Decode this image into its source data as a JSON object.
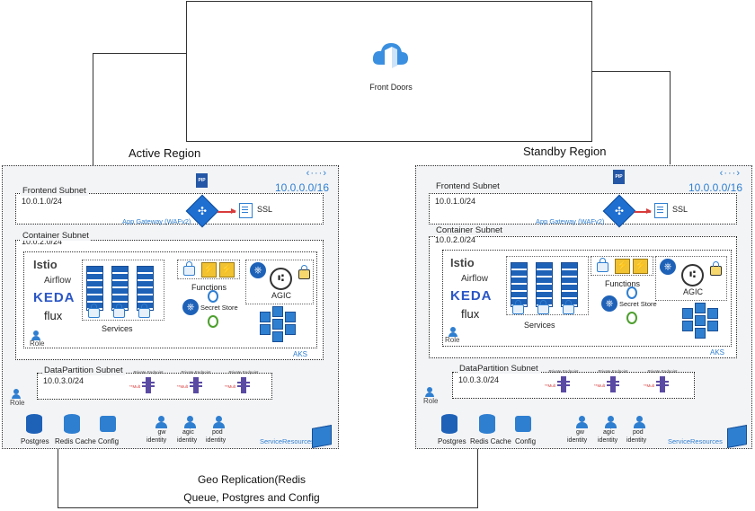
{
  "front_doors": {
    "label": "Front Doors"
  },
  "regions": [
    {
      "title": "Active Region",
      "cidr": "10.0.0.0/16",
      "frontend": {
        "title": "Frontend Subnet",
        "cidr": "10.0.1.0/24",
        "appgw_label": "App Gateway (WAFv2)",
        "pip": "PIP",
        "ssl": "SSL"
      },
      "container": {
        "title": "Container Subnet",
        "cidr": "10.0.2.0/24",
        "logos": [
          "Istio",
          "Airflow",
          "KEDA",
          "flux"
        ],
        "services": "Services",
        "functions": "Functions",
        "agic": "AGIC",
        "secret_store": "Secret Store",
        "aks": "AKS",
        "role": "Role"
      },
      "data": {
        "title": "DataPartition Subnet",
        "cidr": "10.0.3.0/24",
        "pe_label": "Private Endpoint",
        "pe_red": "**Mult"
      },
      "role": "Role",
      "resources": [
        "Postgres",
        "Redis Cache",
        "Config"
      ],
      "identities": [
        [
          "gw",
          "identity"
        ],
        [
          "agic",
          "identity"
        ],
        [
          "pod",
          "identity"
        ]
      ],
      "service_resources": "ServiceResources"
    },
    {
      "title": "Standby Region",
      "cidr": "10.0.0.0/16",
      "frontend": {
        "title": "Frontend Subnet",
        "cidr": "10.0.1.0/24",
        "appgw_label": "App Gateway (WAFv2)",
        "pip": "PIP",
        "ssl": "SSL"
      },
      "container": {
        "title": "Container Subnet",
        "cidr": "10.0.2.0/24",
        "logos": [
          "Istio",
          "Airflow",
          "KEDA",
          "flux"
        ],
        "services": "Services",
        "functions": "Functions",
        "agic": "AGIC",
        "secret_store": "Secret Store",
        "aks": "AKS",
        "role": "Role"
      },
      "data": {
        "title": "DataPartition Subnet",
        "cidr": "10.0.3.0/24",
        "pe_label": "Private Endpoint",
        "pe_red": "**Mult"
      },
      "role": "Role",
      "resources": [
        "Postgres",
        "Redis Cache",
        "Config"
      ],
      "identities": [
        [
          "gw",
          "identity"
        ],
        [
          "agic",
          "identity"
        ],
        [
          "pod",
          "identity"
        ]
      ],
      "service_resources": "ServiceResources"
    }
  ],
  "geo_replication": {
    "line1": "Geo Replication(Redis",
    "line2": "Queue, Postgres and Config"
  }
}
